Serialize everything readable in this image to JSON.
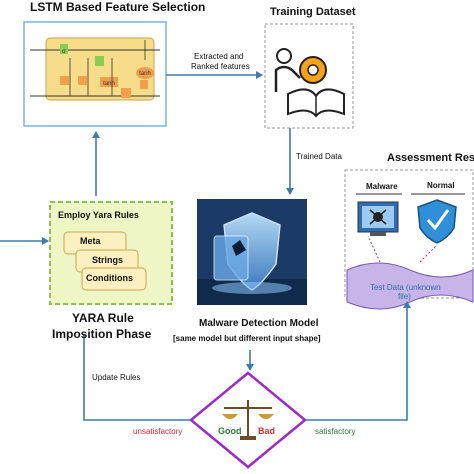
{
  "lstm": {
    "title": "LSTM Based Feature Selection",
    "cell": {
      "tanh_inner": "tanh",
      "tanh_out": "tanh",
      "sigma": "σ"
    }
  },
  "training": {
    "title": "Training Dataset"
  },
  "arrows": {
    "extracted_line1": "Extracted and",
    "extracted_line2": "Ranked features",
    "trained": "Trained Data",
    "update": "Update Rules",
    "unsatisfactory": "unsatisfactory",
    "satisfactory": "satisfactory"
  },
  "assessment": {
    "title": "Assessment Res",
    "malware": "Malware",
    "normal": "Normal",
    "test_line1": "Test Data (unknown",
    "test_line2": "file)"
  },
  "yara": {
    "box_title": "Employ Yara Rules",
    "meta": "Meta",
    "strings": "Strings",
    "conditions": "Conditions",
    "phase_line1": "YARA Rule",
    "phase_line2": "Imposition Phase"
  },
  "model": {
    "title": "Malware Detection Model",
    "subtitle": "[same model but different input shape]"
  },
  "decision": {
    "good": "Good",
    "bad": "Bad"
  },
  "colors": {
    "arrow": "#3e7ab0",
    "lstm_bg": "#f7dc8a",
    "lstm_border": "#7ab3e0",
    "gate_green": "#8ccb54",
    "gate_orange": "#f0a04b",
    "yara_bg": "#eef6c6",
    "yara_border": "#8bc34a",
    "card_bg": "#fdf0c0",
    "diamond": "#9a2bc7",
    "unsatisfactory": "#d32f2f",
    "satisfactory": "#2e7d32",
    "test_data": "#2f6fb0"
  }
}
